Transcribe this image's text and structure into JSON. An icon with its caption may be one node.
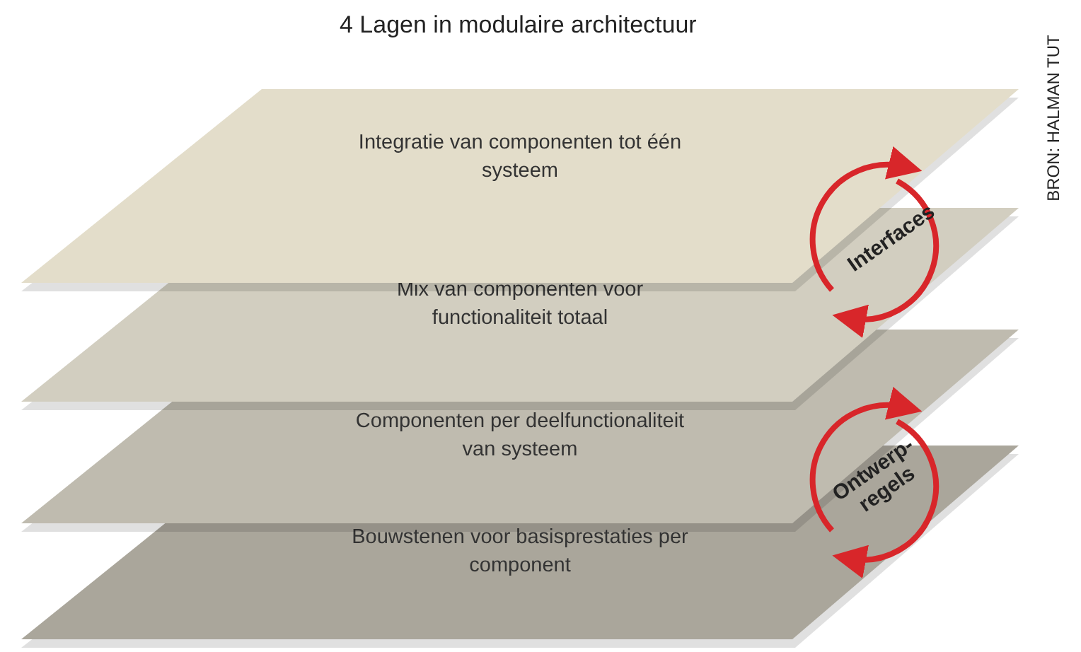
{
  "diagram": {
    "title": "4 Lagen in modulaire architectuur",
    "nodes": [
      {
        "text": [
          "Integratie van componenten tot één systeem"
        ]
      },
      {
        "text": [
          "Mix van componenten voor functionaliteit totaal"
        ]
      },
      {
        "text": [
          "Componenten per deelfunctionaliteit van systeem"
        ]
      },
      {
        "text": [
          "Bouwstenen voor basisprestaties per component"
        ]
      }
    ],
    "edges": [
      {
        "from": 1,
        "to": 0,
        "arrow": "to"
      },
      {
        "from": 0,
        "to": 1,
        "arrow": "to"
      },
      {
        "from": 3,
        "to": 2,
        "arrow": "to"
      },
      {
        "from": 2,
        "to": 3,
        "arrow": "to"
      }
    ],
    "labels": [
      "Interfaces",
      "Ontwerp- regels",
      "BRON: HALMAN TUT"
    ]
  }
}
